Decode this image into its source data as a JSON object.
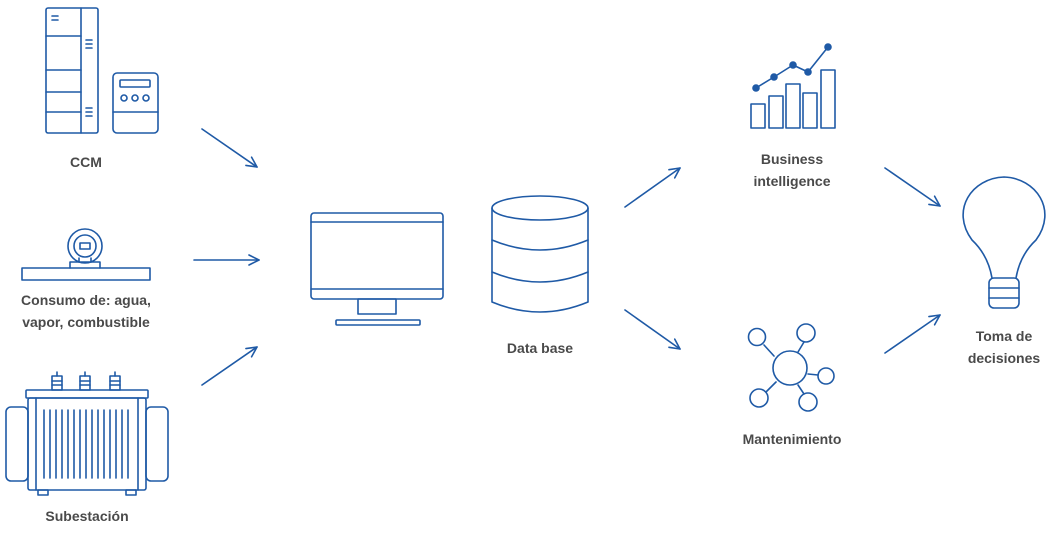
{
  "nodes": {
    "ccm": {
      "label": "CCM"
    },
    "consumo": {
      "line1": "Consumo de: agua,",
      "line2": "vapor, combustible"
    },
    "subestacion": {
      "label": "Subestación"
    },
    "database": {
      "label": "Data base"
    },
    "bi": {
      "line1": "Business",
      "line2": "intelligence"
    },
    "mantenimiento": {
      "label": "Mantenimiento"
    },
    "decisiones": {
      "line1": "Toma de",
      "line2": "decisiones"
    }
  },
  "colors": {
    "icon_stroke": "#1f5aa6",
    "label_text": "#4a4a4a",
    "background": "#ffffff"
  },
  "icons": [
    "server-cabinet-icon",
    "meter-icon",
    "flow-meter-icon",
    "transformer-icon",
    "monitor-icon",
    "database-icon",
    "bar-chart-icon",
    "network-icon",
    "lightbulb-icon",
    "arrow-icon"
  ]
}
